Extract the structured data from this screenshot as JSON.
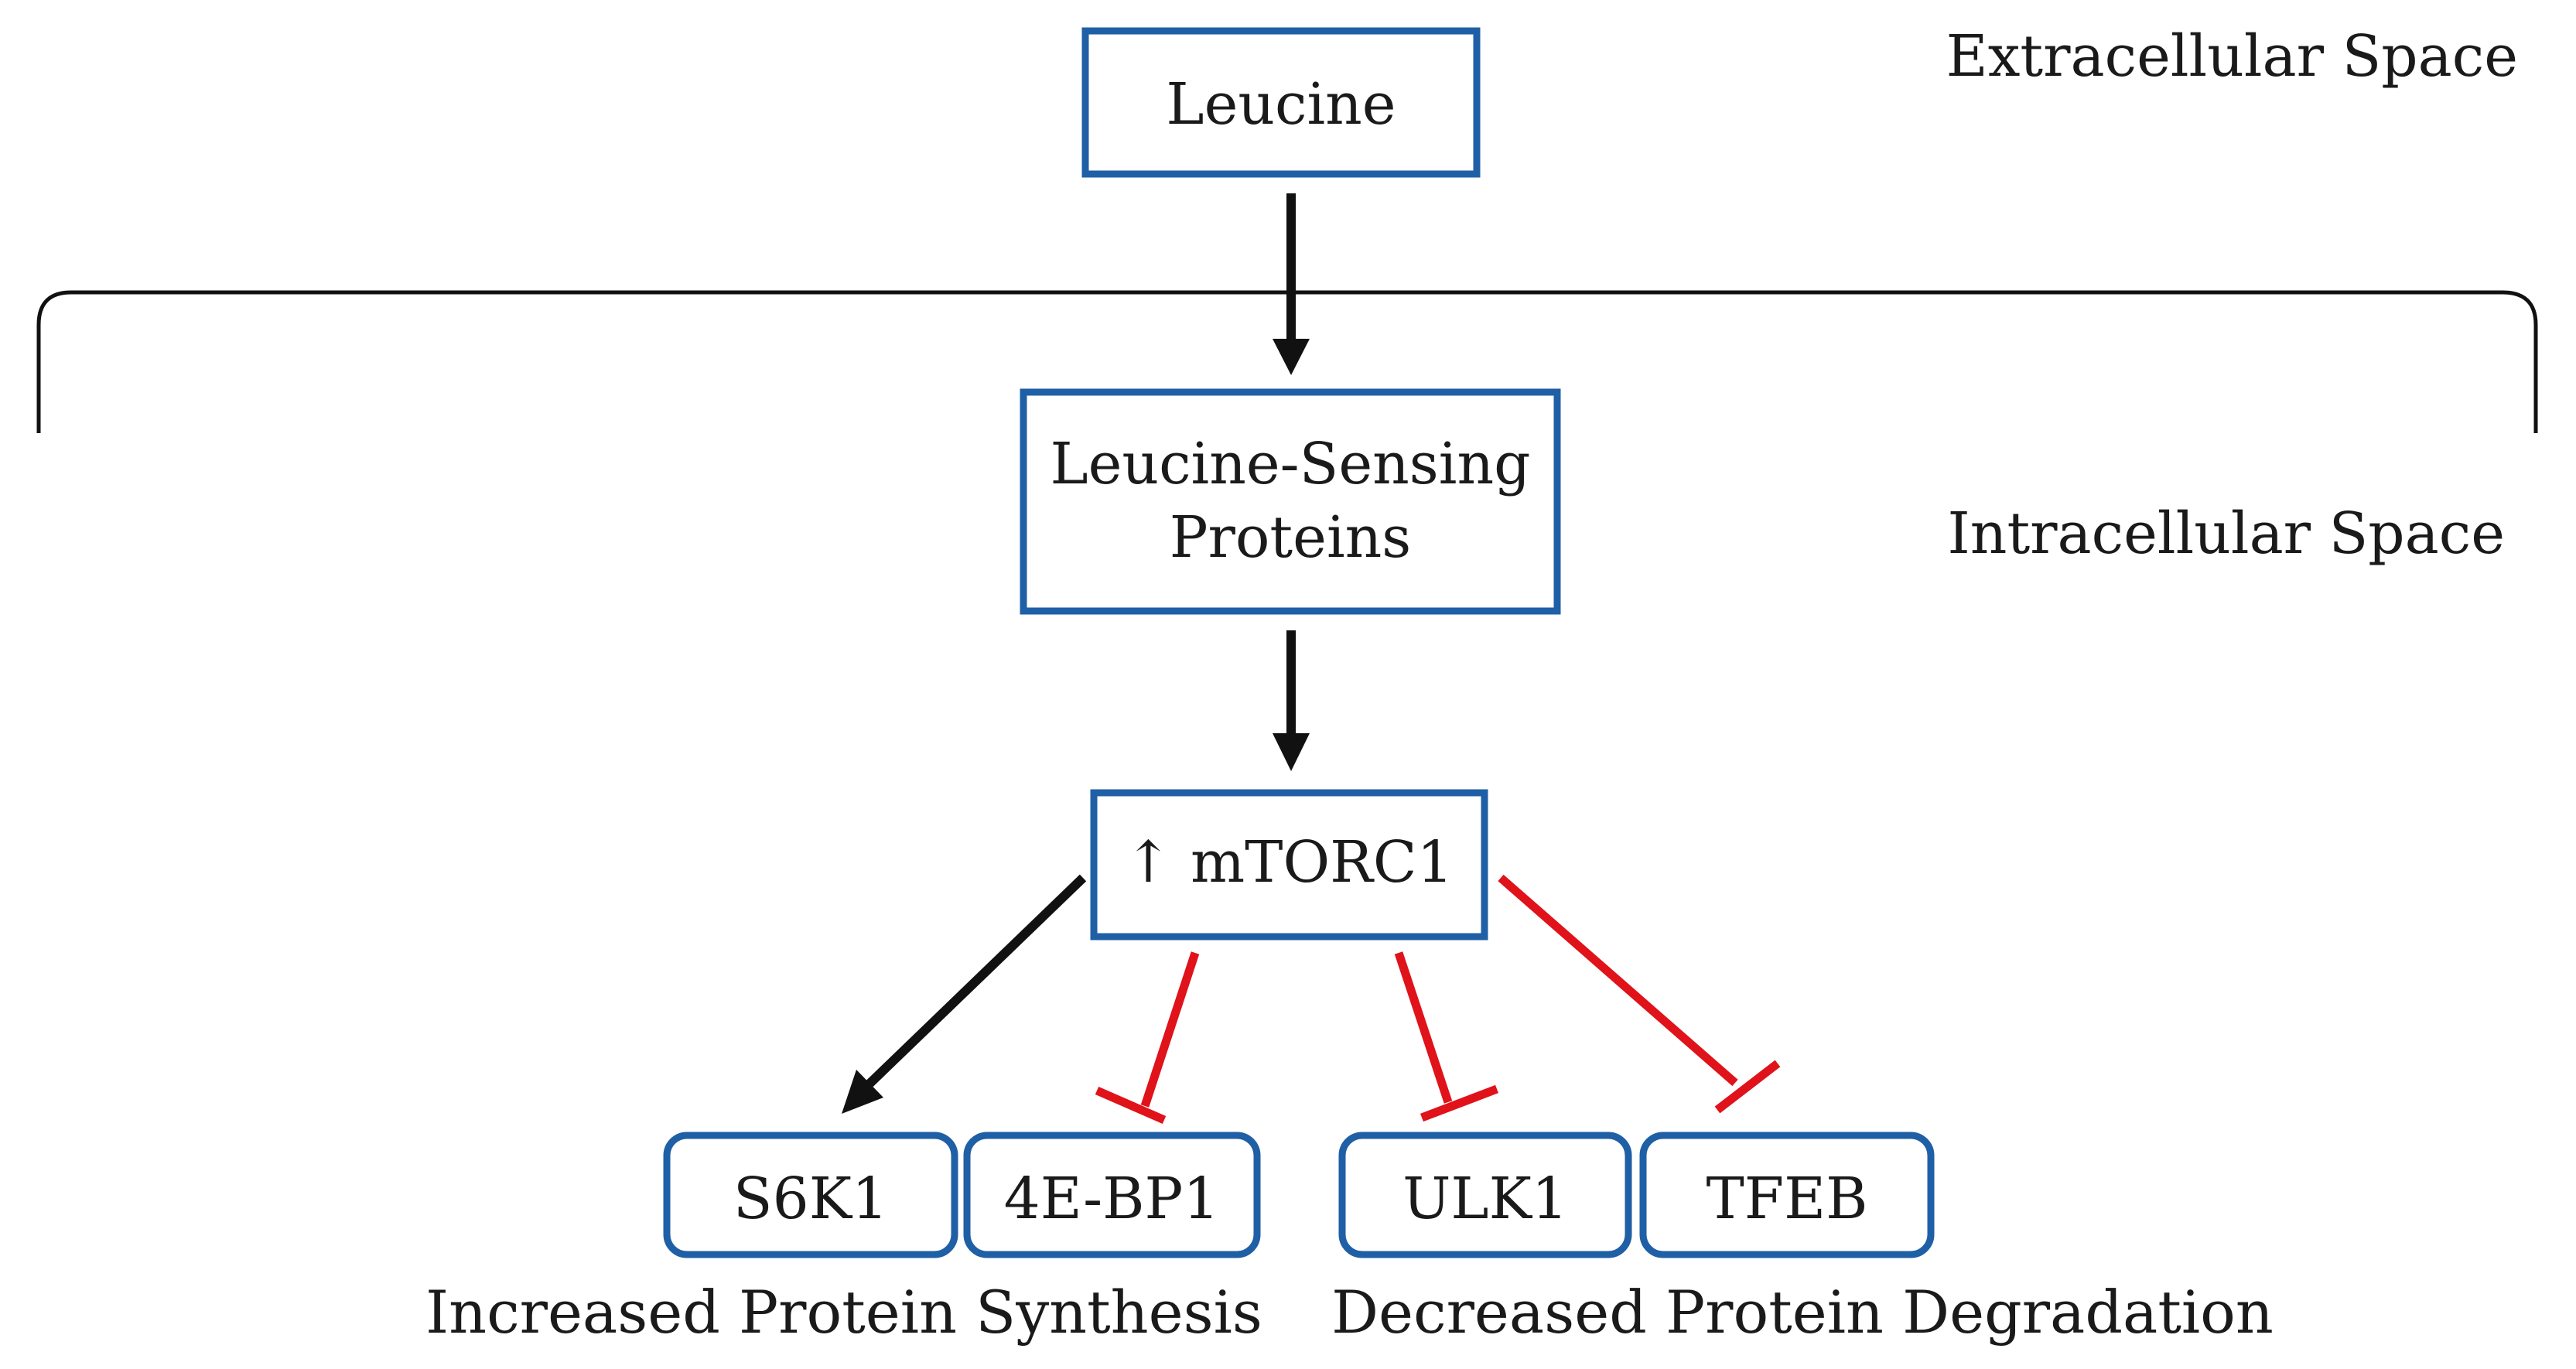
{
  "regions": {
    "extracellular": "Extracellular Space",
    "intracellular": "Intracellular Space"
  },
  "nodes": {
    "leucine": "Leucine",
    "sensing_line1": "Leucine-Sensing",
    "sensing_line2": "Proteins",
    "mtorc1": "↑ mTORC1",
    "s6k1": "S6K1",
    "4ebp1": "4E-BP1",
    "ulk1": "ULK1",
    "tfeb": "TFEB"
  },
  "outcomes": {
    "synthesis": "Increased Protein Synthesis",
    "degradation": "Decreased Protein Degradation"
  },
  "edges": [
    {
      "from": "Leucine",
      "to": "Leucine-Sensing Proteins",
      "type": "activation"
    },
    {
      "from": "Leucine-Sensing Proteins",
      "to": "mTORC1",
      "type": "activation"
    },
    {
      "from": "mTORC1",
      "to": "S6K1",
      "type": "activation"
    },
    {
      "from": "mTORC1",
      "to": "4E-BP1",
      "type": "inhibition"
    },
    {
      "from": "mTORC1",
      "to": "ULK1",
      "type": "inhibition"
    },
    {
      "from": "mTORC1",
      "to": "TFEB",
      "type": "inhibition"
    }
  ],
  "colors": {
    "box_stroke": "#1f5fa6",
    "activation": "#111111",
    "inhibition": "#e0121a"
  }
}
